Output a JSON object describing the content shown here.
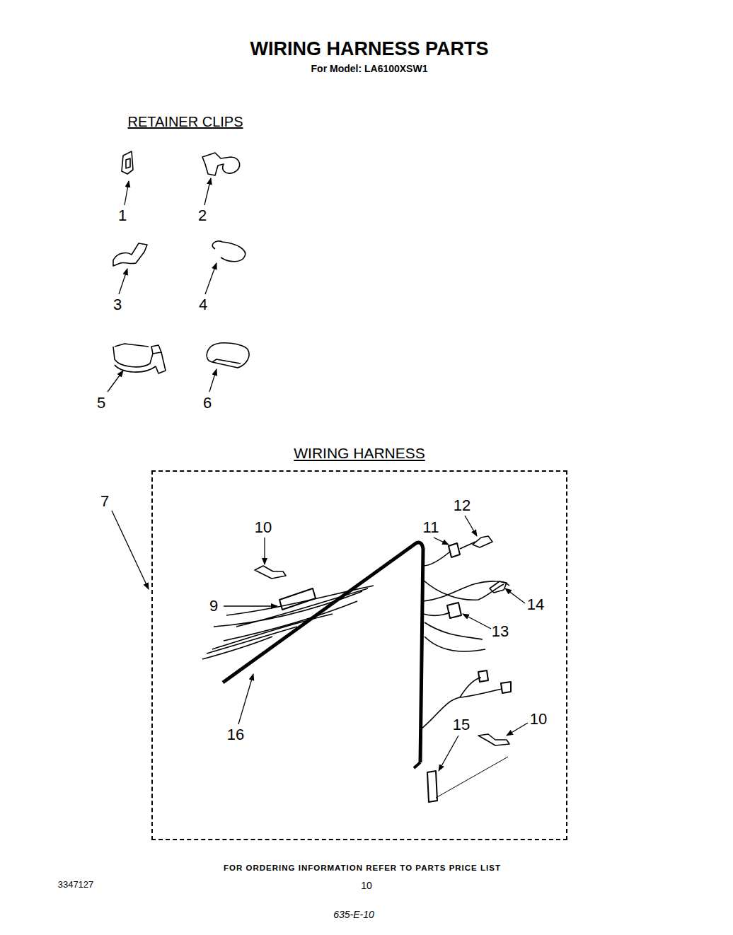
{
  "diagram": {
    "title": "WIRING HARNESS PARTS",
    "nodes": [
      {
        "text": [
          "WIRING HARNESS"
        ]
      }
    ],
    "labels": [
      "For Model: LA6100XSW1",
      "RETAINER CLIPS",
      "1",
      "2",
      "3",
      "4",
      "5",
      "6",
      "7",
      "10",
      "12",
      "11",
      "9",
      "14",
      "13",
      "16",
      "10",
      "15",
      "FOR ORDERING INFORMATION REFER TO PARTS PRICE LIST",
      "3347127",
      "10",
      "635-E-10"
    ]
  }
}
